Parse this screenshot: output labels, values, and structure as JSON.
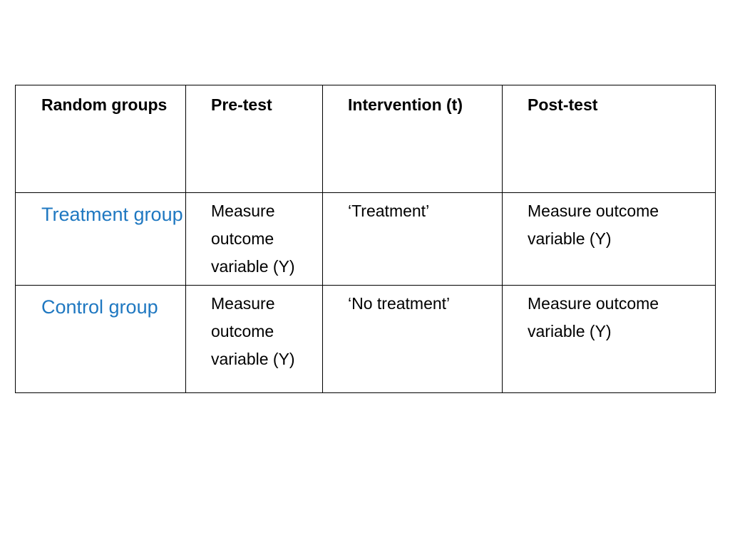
{
  "table": {
    "headers": [
      "Random groups",
      "Pre-test",
      "Intervention (t)",
      "Post-test"
    ],
    "rows": [
      {
        "group": "Treatment group",
        "pretest": "Measure outcome variable (Y)",
        "intervention": "‘Treatment’",
        "posttest": "Measure outcome variable (Y)"
      },
      {
        "group": "Control group",
        "pretest": "Measure outcome variable (Y)",
        "intervention": "‘No treatment’",
        "posttest": "Measure outcome variable (Y)"
      }
    ]
  },
  "colors": {
    "group_label": "#1f78c1",
    "border": "#000000",
    "text": "#000000"
  }
}
